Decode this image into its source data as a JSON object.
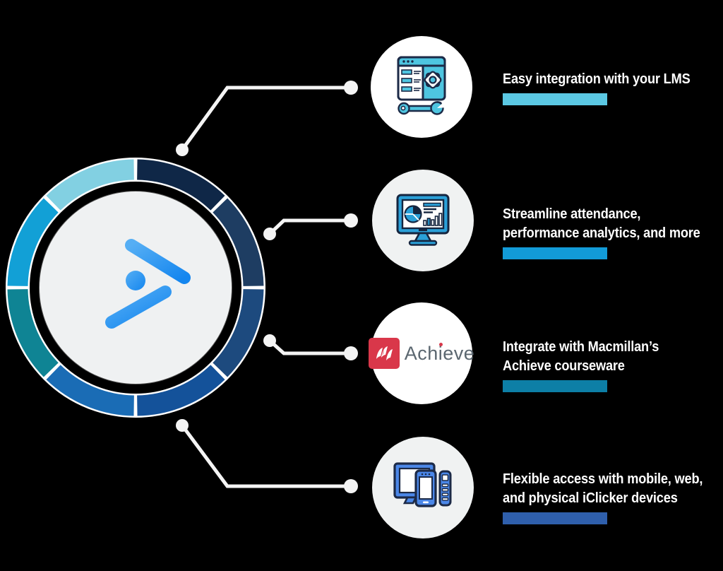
{
  "diagram_title": "iClicker features infographic",
  "center": {
    "logo_name": "iclicker-logo",
    "logo_gradient": [
      "#55aef4",
      "#1486ef"
    ],
    "inner_circle_color": "#eff1f2"
  },
  "ring": {
    "segment_colors_clockwise_from_top": [
      "#0f2747",
      "#1e3d62",
      "#1d4a7e",
      "#14529a",
      "#1a6cb5",
      "#0f8494",
      "#12a0d6",
      "#82d0e2"
    ],
    "separator_color": "#ffffff"
  },
  "connector_color": "#f4f4f4",
  "features": [
    {
      "icon": "lms-integration-icon",
      "line1": "Easy integration with your LMS",
      "bar_color": "#5bc8e3"
    },
    {
      "icon": "analytics-monitor-icon",
      "line1": "Streamline attendance,",
      "line2": "performance analytics, and more",
      "bar_color": "#129bd8"
    },
    {
      "icon": "achieve-logo",
      "line1": "Integrate with Macmillan’s",
      "line2": "Achieve courseware",
      "bar_color": "#0d7fa6"
    },
    {
      "icon": "devices-icon",
      "line1": "Flexible access with mobile, web,",
      "line2": "and physical iClicker devices",
      "bar_color": "#2f5fac"
    }
  ],
  "achieve": {
    "text_pre": "Ach",
    "text_i": "i",
    "text_post": "eve",
    "square_color": "#d9374a",
    "text_color": "#5b6770"
  },
  "icon_colors": {
    "outline_navy": "#1c2a47",
    "cyan": "#4ec5e0",
    "blue": "#2aa0d8",
    "device_blue": "#4b87e8"
  }
}
